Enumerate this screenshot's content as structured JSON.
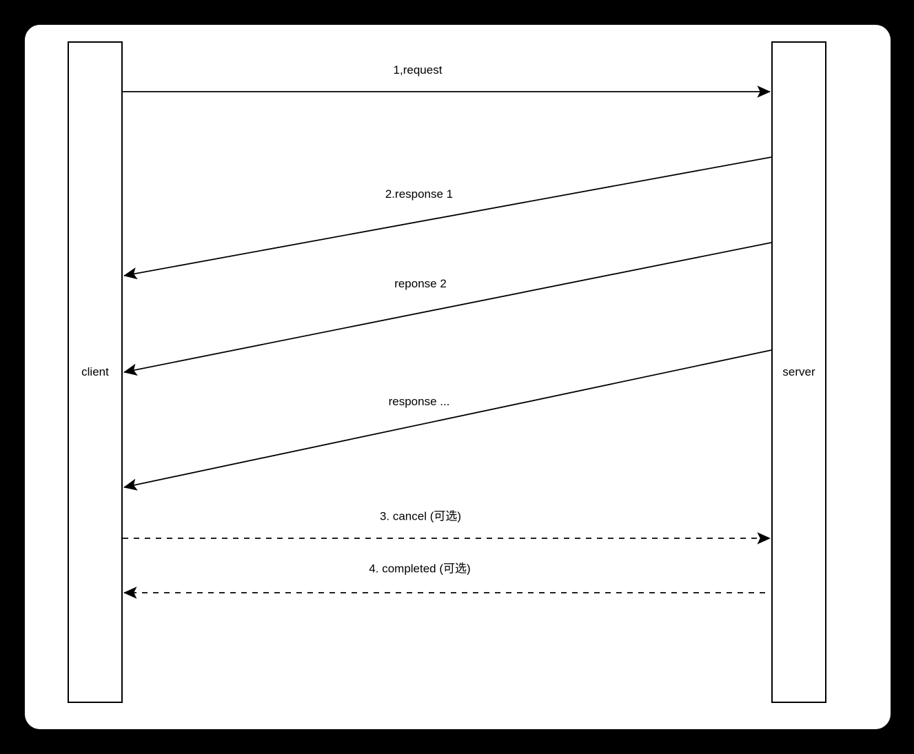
{
  "frame": {
    "background": "#000000",
    "panel_background": "#ffffff"
  },
  "diagram": {
    "type": "sequence",
    "actors": [
      {
        "id": "client",
        "label": "client"
      },
      {
        "id": "server",
        "label": "server"
      }
    ],
    "messages": [
      {
        "order": 1,
        "label": "1,request",
        "from": "client",
        "to": "server",
        "line": "solid"
      },
      {
        "order": 2,
        "label": "2.response 1",
        "from": "server",
        "to": "client",
        "line": "solid"
      },
      {
        "order": 3,
        "label": "reponse 2",
        "from": "server",
        "to": "client",
        "line": "solid"
      },
      {
        "order": 4,
        "label": "response ...",
        "from": "server",
        "to": "client",
        "line": "solid"
      },
      {
        "order": 5,
        "label": "3. cancel (可选)",
        "from": "client",
        "to": "server",
        "line": "dashed"
      },
      {
        "order": 6,
        "label": "4. completed (可选)",
        "from": "server",
        "to": "client",
        "line": "dashed"
      }
    ],
    "colors": {
      "stroke": "#000000",
      "text": "#000000"
    }
  }
}
